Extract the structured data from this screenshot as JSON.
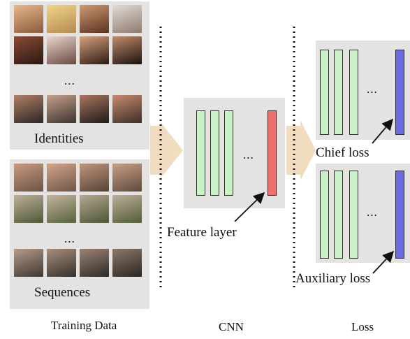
{
  "training": {
    "identities_label": "Identities",
    "sequences_label": "Sequences",
    "caption": "Training Data",
    "ellipsis": "..."
  },
  "cnn": {
    "caption": "CNN",
    "feature_label": "Feature layer",
    "ellipsis": "..."
  },
  "loss": {
    "caption": "Loss",
    "chief_label": "Chief loss",
    "aux_label": "Auxiliary loss",
    "ellipsis": "..."
  },
  "colors": {
    "panel": "#e4e3e1",
    "layer_green": "#c9f2c6",
    "layer_red": "#ef6f6f",
    "layer_blue": "#6b6be6",
    "arrow_fill": "#f1dcc0"
  }
}
